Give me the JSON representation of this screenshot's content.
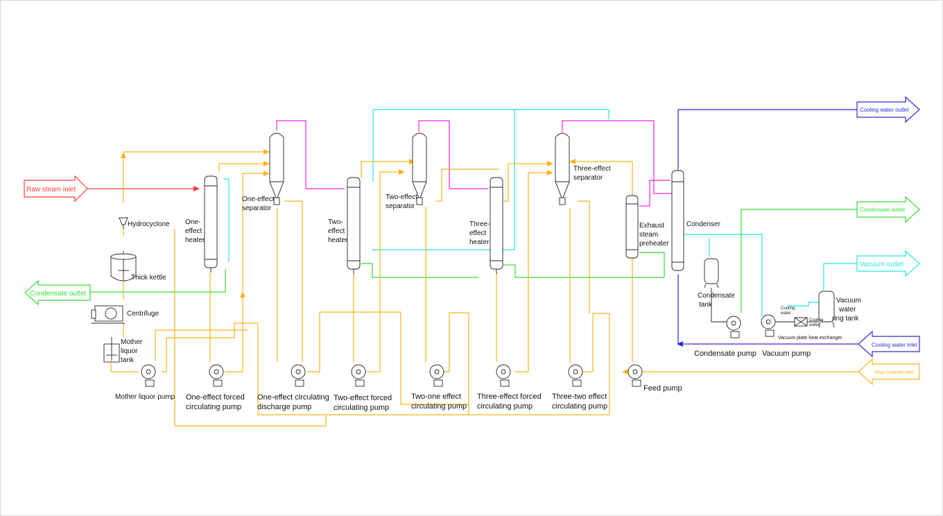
{
  "diagram": {
    "colors": {
      "steam": "#ff3b3b",
      "vapor": "#ff22ee",
      "condensate": "#33dd33",
      "material": "#ffb21a",
      "cooling_water": "#2b2bd6",
      "vacuum": "#22e6e6"
    },
    "arrows": {
      "raw_steam_inlet": "Raw steam inlet",
      "condensate_outlet_left": "Condensate outlet",
      "cooling_water_outlet": "Cooling water outlet",
      "condensate_outlet_right": "Condensate outlet",
      "vacuum_outlet": "Vacuum outlet",
      "cooling_water_inlet": "Cooling water inlet",
      "raw_material_inlet": "Raw material inlet"
    },
    "labels": {
      "hydrocyclone": "Hydrocyclone",
      "thick_kettle": "Thick kettle",
      "centrifuge": "Centrifuge",
      "mother_liquor_tank": [
        "Mother",
        "liquor",
        "tank"
      ],
      "mother_liquor_pump": "Mother liquor pump",
      "one_effect_heater": [
        "One-",
        "effect",
        "heater"
      ],
      "one_effect_separator": [
        "One-effect",
        "separator"
      ],
      "one_effect_forced_pump": [
        "One-effect forced",
        "circulating pump"
      ],
      "one_effect_discharge_pump": [
        "One-effect circulating",
        "discharge pump"
      ],
      "two_effect_heater": [
        "Two-",
        "effect",
        "heater"
      ],
      "two_effect_separator": [
        "Two-effect",
        "separator"
      ],
      "two_effect_forced_pump": [
        "Two-effect forced",
        "circulating pump"
      ],
      "two_one_effect_pump": [
        "Two-one effect",
        "circulating pump"
      ],
      "three_effect_heater": [
        "Three-",
        "effect",
        "heater"
      ],
      "three_effect_separator": [
        "Three-effect",
        "separator"
      ],
      "three_effect_forced_pump": [
        "Three-effect forced",
        "circulating pump"
      ],
      "three_two_effect_pump": [
        "Three-two effect",
        "circulating pump"
      ],
      "exhaust_steam_preheater": [
        "Exhaust",
        "steam",
        "preheater"
      ],
      "feed_pump": "Feed pump",
      "condenser": "Condenser",
      "condensate_tank": [
        "Condensate",
        "tank"
      ],
      "condensate_pump": "Condensate  pump",
      "vacuum_pump": "Vacuum pump",
      "cooling_water_small": [
        "Cooling",
        "water"
      ],
      "cooling_water_small_2": [
        "Cooling",
        "water"
      ],
      "vacuum_plate_heat_exchanger": "Vacuum plate heat exchanger",
      "vacuum_water_ring_tank": [
        "Vacuum",
        "water",
        "ring tank"
      ]
    }
  }
}
